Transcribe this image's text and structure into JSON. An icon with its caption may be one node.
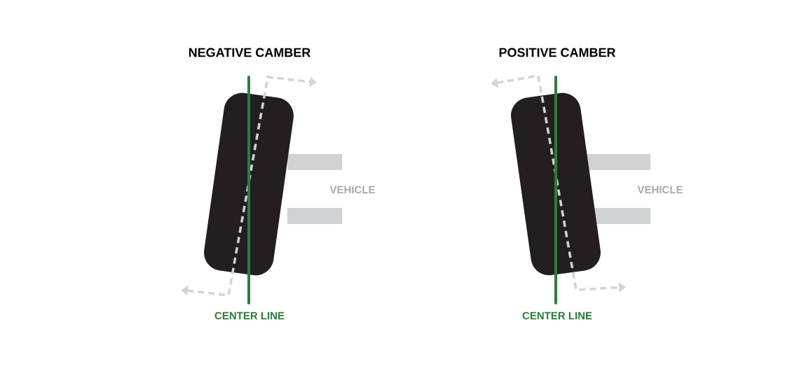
{
  "diagram": {
    "labels": [
      "NEGATIVE CAMBER",
      "POSITIVE CAMBER",
      "VEHICLE",
      "VEHICLE",
      "CENTER LINE",
      "CENTER LINE"
    ]
  }
}
